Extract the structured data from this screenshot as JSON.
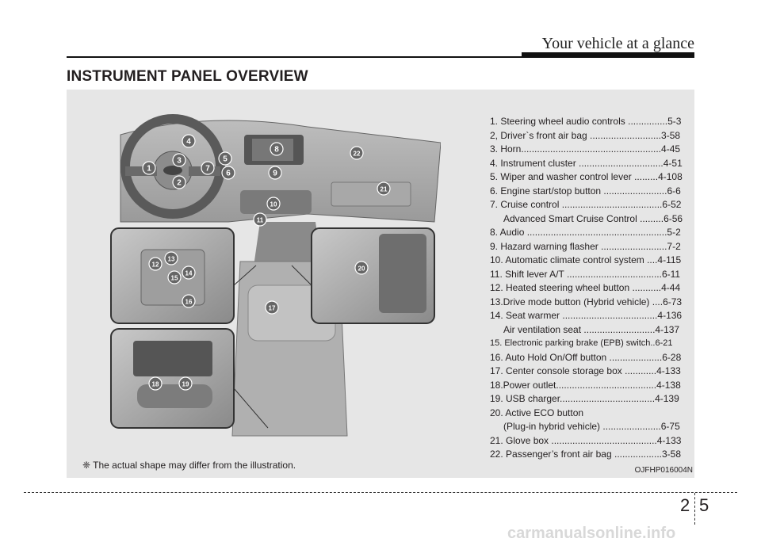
{
  "header": {
    "title": "Your vehicle at a glance"
  },
  "section": {
    "title": "INSTRUMENT PANEL OVERVIEW"
  },
  "legend": [
    "1. Steering wheel audio controls ...............5-3",
    "2, Driver`s front air bag ...........................3-58",
    "3. Horn.....................................................4-45",
    "4. Instrument cluster ................................4-51",
    "5. Wiper and washer control lever .........4-108",
    "6. Engine start/stop button ........................6-6",
    "7. Cruise control ......................................6-52",
    "Advanced Smart Cruise Control .........6-56",
    "8. Audio .....................................................5-2",
    "9. Hazard warning flasher .........................7-2",
    "10. Automatic climate control system ....4-115",
    "11. Shift lever A/T ....................................6-11",
    "12. Heated steering wheel button ...........4-44",
    "13.Drive mode button (Hybrid vehicle) ....6-73",
    "14. Seat warmer ....................................4-136",
    "Air ventilation seat ...........................4-137",
    "15. Electronic parking brake (EPB) switch..6-21",
    "16. Auto Hold On/Off button ....................6-28",
    "17. Center console storage box ............4-133",
    "18.Power outlet......................................4-138",
    "19. USB charger....................................4-139",
    "20. Active ECO button",
    "(Plug-in hybrid vehicle) ......................6-75",
    "21. Glove box ........................................4-133",
    "22. Passenger’s front air bag ..................3-58"
  ],
  "figure": {
    "callouts": [
      "1",
      "2",
      "3",
      "4",
      "5",
      "6",
      "7",
      "8",
      "9",
      "10",
      "11",
      "12",
      "13",
      "14",
      "15",
      "16",
      "17",
      "18",
      "19",
      "20",
      "21",
      "22"
    ],
    "code": "OJFHP016004N"
  },
  "note": "❈ The actual shape may differ from the illustration.",
  "page": {
    "chapter": "2",
    "number": "5"
  },
  "watermark": "carmanualsonline.info",
  "colors": {
    "panel": "#e6e6e6",
    "rule": "#111111",
    "callout_fill": "#666666"
  }
}
